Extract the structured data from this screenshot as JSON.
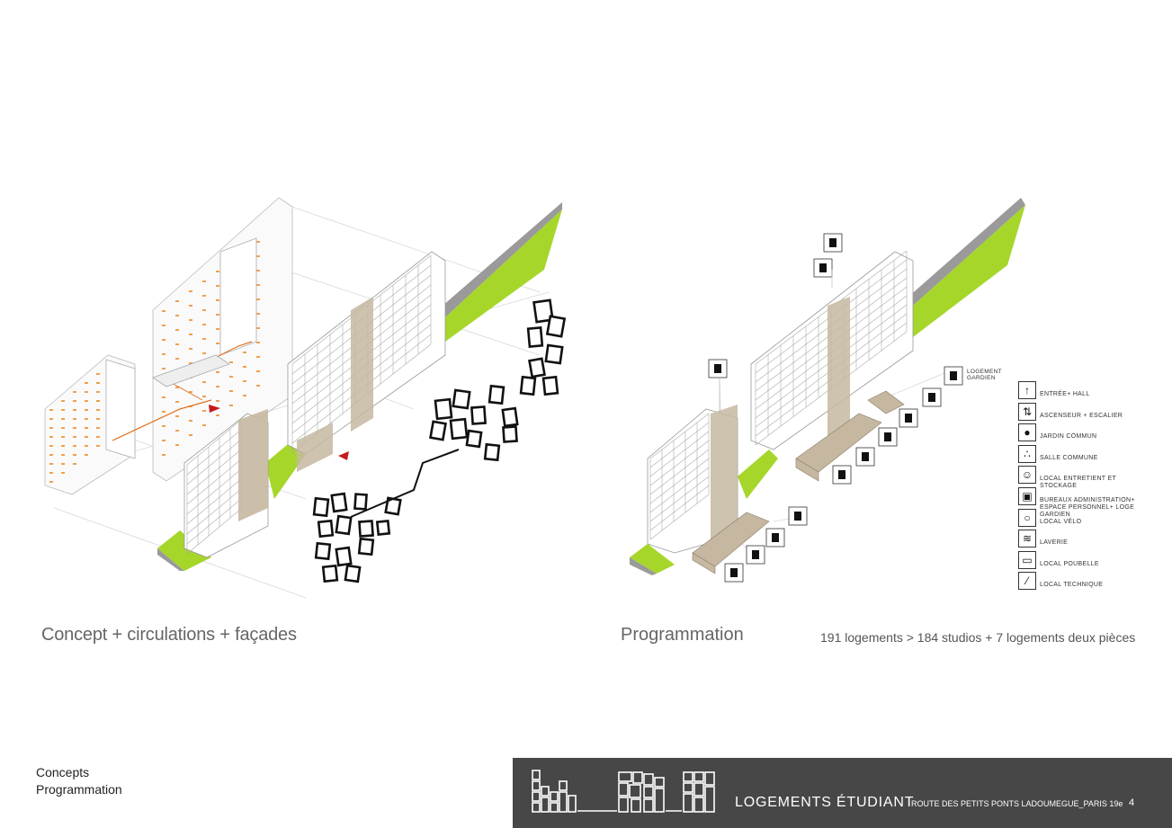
{
  "captions": {
    "left": "Concept + circulations + façades",
    "right": "Programmation",
    "summary": "191 logements  >  184 studios + 7 logements deux pièces"
  },
  "section_labels": {
    "line1": "Concepts",
    "line2": "Programmation"
  },
  "footer": {
    "title": "LOGEMENTS ÉTUDIANT",
    "address": "ROUTE DES PETITS PONTS LADOUMEGUE_PARIS 19e",
    "page": "4"
  },
  "callouts": {
    "gardien": "LOGEMENT GARDIEN"
  },
  "legend": [
    {
      "icon": "entrance-icon",
      "label": "ENTRÉE+ HALL"
    },
    {
      "icon": "elevator-icon",
      "label": "ASCENSEUR + ESCALIER"
    },
    {
      "icon": "tree-icon",
      "label": "JARDIN COMMUN"
    },
    {
      "icon": "lounge-chair-icon",
      "label": "SALLE COMMUNE"
    },
    {
      "icon": "janitor-icon",
      "label": "LOCAL ENTRETIENT ET STOCKAGE"
    },
    {
      "icon": "office-icon",
      "label": "BUREAUX ADMINISTRATION+ ESPACE PERSONNEL+ LOGE GARDIEN"
    },
    {
      "icon": "bicycle-icon",
      "label": "LOCAL VÉLO"
    },
    {
      "icon": "laundry-icon",
      "label": "LAVERIE"
    },
    {
      "icon": "trash-bin-icon",
      "label": "LOCAL POUBELLE"
    },
    {
      "icon": "wrench-icon",
      "label": "LOCAL TECHNIQUE"
    }
  ],
  "colors": {
    "green": "#a6d62a",
    "beige": "#c6b8a0",
    "orange": "#e07020",
    "red": "#c41a1a",
    "footer": "#474747"
  }
}
